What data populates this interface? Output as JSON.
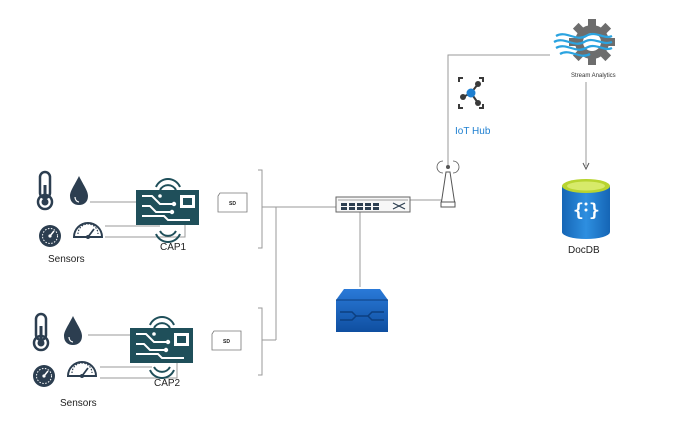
{
  "diagram": {
    "groups": [
      {
        "sensors_label": "Sensors",
        "cap_label": "CAP1",
        "sd_label": "SD"
      },
      {
        "sensors_label": "Sensors",
        "cap_label": "CAP2",
        "sd_label": "SD"
      }
    ],
    "iot_hub": {
      "label": "IoT Hub"
    },
    "stream_analytics": {
      "label": "Stream Analytics"
    },
    "docdb": {
      "label": "DocDB"
    },
    "colors": {
      "line": "#9a9a9a",
      "dark_teal": "#1f4f5a",
      "icon_dark": "#2c3e50",
      "azure_blue": "#1e7fd0",
      "doc_lime": "#b8d430",
      "gear_gray": "#6d6d6d",
      "stream_blue": "#2aa3e0"
    },
    "icons": {
      "thermometer": "thermometer-icon",
      "water_drop": "water-drop-icon",
      "pressure_gauge": "pressure-gauge-icon",
      "speed_gauge": "speed-gauge-icon",
      "circuit_board": "circuit-board-icon",
      "sd_card": "sd-card-icon",
      "network_switch": "network-switch-icon",
      "server": "server-icon",
      "antenna": "antenna-icon",
      "iot_hub": "iot-hub-icon",
      "stream_analytics": "stream-analytics-icon",
      "database": "database-icon"
    }
  }
}
